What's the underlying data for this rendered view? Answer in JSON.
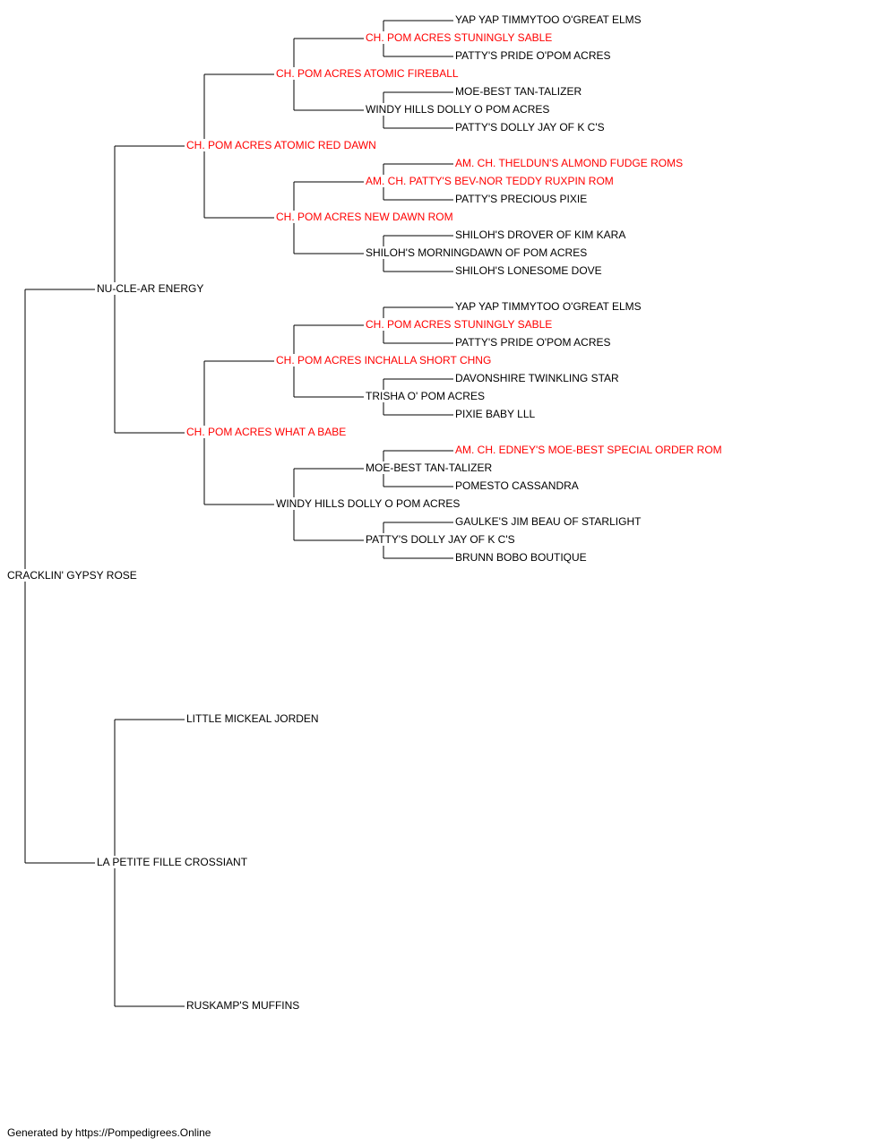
{
  "colors": {
    "champion": "#ff0000",
    "regular": "#000000",
    "line": "#000000"
  },
  "pedigree": {
    "name": "CRACKLIN' GYPSY ROSE",
    "champion": false,
    "sire": {
      "name": "NU-CLE-AR ENERGY",
      "champion": false,
      "sire": {
        "name": "CH. POM ACRES ATOMIC RED DAWN",
        "champion": true,
        "sire": {
          "name": "CH. POM ACRES ATOMIC FIREBALL",
          "champion": true,
          "sire": {
            "name": "CH. POM ACRES STUNINGLY SABLE",
            "champion": true,
            "sire": {
              "name": "YAP YAP TIMMYTOO O'GREAT ELMS",
              "champion": false
            },
            "dam": {
              "name": "PATTY'S PRIDE O'POM ACRES",
              "champion": false
            }
          },
          "dam": {
            "name": "WINDY HILLS DOLLY O POM ACRES",
            "champion": false,
            "sire": {
              "name": "MOE-BEST TAN-TALIZER",
              "champion": false
            },
            "dam": {
              "name": "PATTY'S DOLLY JAY OF K C'S",
              "champion": false
            }
          }
        },
        "dam": {
          "name": "CH. POM ACRES NEW DAWN ROM",
          "champion": true,
          "sire": {
            "name": "AM. CH. PATTY'S BEV-NOR TEDDY RUXPIN ROM",
            "champion": true,
            "sire": {
              "name": "AM. CH. THELDUN'S ALMOND FUDGE ROMS",
              "champion": true
            },
            "dam": {
              "name": "PATTY'S PRECIOUS PIXIE",
              "champion": false
            }
          },
          "dam": {
            "name": "SHILOH'S MORNINGDAWN OF POM ACRES",
            "champion": false,
            "sire": {
              "name": "SHILOH'S DROVER OF KIM KARA",
              "champion": false
            },
            "dam": {
              "name": "SHILOH'S LONESOME DOVE",
              "champion": false
            }
          }
        }
      },
      "dam": {
        "name": "CH. POM ACRES WHAT A BABE",
        "champion": true,
        "sire": {
          "name": "CH. POM ACRES INCHALLA SHORT CHNG",
          "champion": true,
          "sire": {
            "name": "CH. POM ACRES STUNINGLY SABLE",
            "champion": true,
            "sire": {
              "name": "YAP YAP TIMMYTOO O'GREAT ELMS",
              "champion": false
            },
            "dam": {
              "name": "PATTY'S PRIDE O'POM ACRES",
              "champion": false
            }
          },
          "dam": {
            "name": "TRISHA O' POM ACRES",
            "champion": false,
            "sire": {
              "name": "DAVONSHIRE TWINKLING STAR",
              "champion": false
            },
            "dam": {
              "name": "PIXIE BABY LLL",
              "champion": false
            }
          }
        },
        "dam": {
          "name": "WINDY HILLS DOLLY O POM ACRES",
          "champion": false,
          "sire": {
            "name": "MOE-BEST TAN-TALIZER",
            "champion": false,
            "sire": {
              "name": "AM. CH. EDNEY'S MOE-BEST SPECIAL ORDER ROM",
              "champion": true
            },
            "dam": {
              "name": "POMESTO CASSANDRA",
              "champion": false
            }
          },
          "dam": {
            "name": "PATTY'S DOLLY JAY OF K C'S",
            "champion": false,
            "sire": {
              "name": "GAULKE'S JIM BEAU OF STARLIGHT",
              "champion": false
            },
            "dam": {
              "name": "BRUNN BOBO BOUTIQUE",
              "champion": false
            }
          }
        }
      }
    },
    "dam": {
      "name": "LA PETITE FILLE CROSSIANT",
      "champion": false,
      "sire": {
        "name": "LITTLE MICKEAL JORDEN",
        "champion": false
      },
      "dam": {
        "name": "RUSKAMP'S MUFFINS",
        "champion": false
      }
    }
  },
  "footer": {
    "text": "Generated by https://Pompedigrees.Online"
  }
}
